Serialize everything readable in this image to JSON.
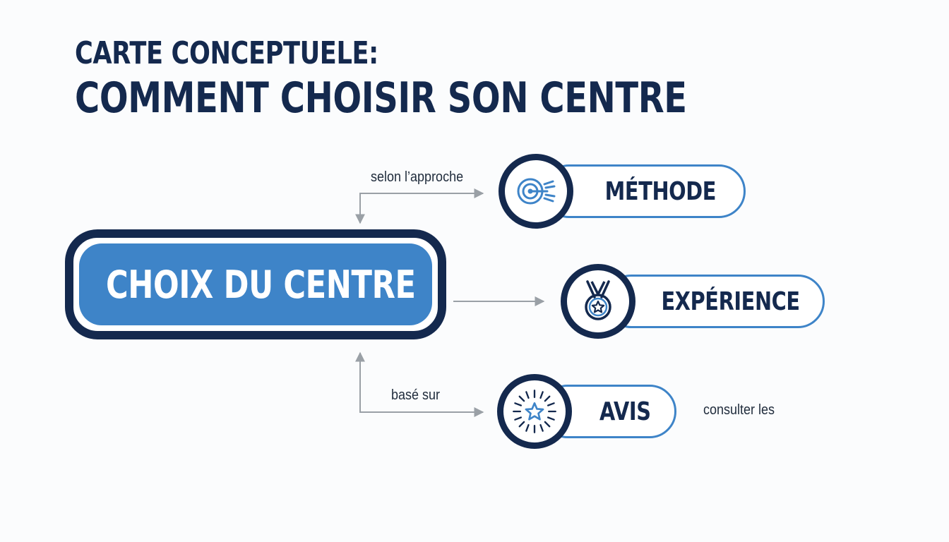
{
  "title": {
    "line1": "CARTE CONCEPTUELE:",
    "line2": "COMMENT CHOISIR SON CENTRE"
  },
  "central": {
    "label": "CHOIX DU CENTRE"
  },
  "branches": [
    {
      "label": "MÉTHODE",
      "icon": "target-icon",
      "connector_label": "selon l’approche"
    },
    {
      "label": "EXPÉRIENCE",
      "icon": "medal-icon",
      "connector_label": ""
    },
    {
      "label": "AVIS",
      "icon": "star-burst-icon",
      "connector_label": "basé sur"
    }
  ],
  "side_note": "consulter les",
  "colors": {
    "navy": "#14294e",
    "accent_blue": "#3e84c8",
    "connector_gray": "#9aa0a6"
  }
}
